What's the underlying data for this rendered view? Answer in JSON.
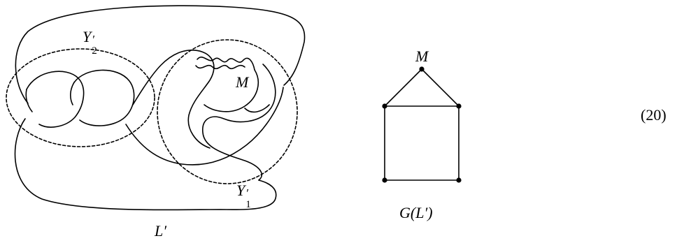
{
  "link_diagram": {
    "name_label": "L′",
    "region_labels": [
      {
        "id": "Y2",
        "base": "Y",
        "sup": "′",
        "sub": "2"
      },
      {
        "id": "M",
        "text": "M"
      },
      {
        "id": "Y1",
        "base": "Y",
        "sup": "′",
        "sub": "1"
      }
    ]
  },
  "graph": {
    "vertex_label": "M",
    "caption": "G(L′)",
    "vertices": [
      "M",
      "top-left",
      "top-right",
      "bottom-left",
      "bottom-right"
    ],
    "edges": [
      [
        "M",
        "top-left"
      ],
      [
        "M",
        "top-right"
      ],
      [
        "top-left",
        "top-right"
      ],
      [
        "top-left",
        "bottom-left"
      ],
      [
        "top-right",
        "bottom-right"
      ],
      [
        "bottom-left",
        "bottom-right"
      ]
    ]
  },
  "equation_number": "(20)"
}
